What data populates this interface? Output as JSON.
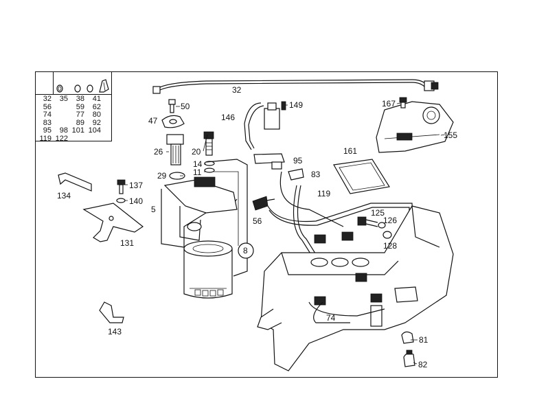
{
  "legend": {
    "rows": [
      [
        "32",
        "35",
        "38",
        "41"
      ],
      [
        "56",
        "",
        "59",
        "62"
      ],
      [
        "74",
        "",
        "77",
        "80"
      ],
      [
        "83",
        "",
        "89",
        "92"
      ],
      [
        "95",
        "98",
        "101",
        "104"
      ],
      [
        "119",
        "122",
        "",
        ""
      ]
    ]
  },
  "callouts": {
    "c32": "32",
    "c50": "50",
    "c47": "47",
    "c26": "26",
    "c20": "20",
    "c14": "14",
    "c11": "11",
    "c29": "29",
    "c146": "146",
    "c149": "149",
    "c167": "167",
    "c155": "155",
    "c161": "161",
    "c95": "95",
    "c83": "83",
    "c119": "119",
    "c137": "137",
    "c140": "140",
    "c134": "134",
    "c5": "5",
    "c131": "131",
    "c56": "56",
    "c125": "125",
    "c126": "126",
    "c128": "128",
    "c8": "8",
    "c74": "74",
    "c81": "81",
    "c82": "82",
    "c143": "143"
  }
}
